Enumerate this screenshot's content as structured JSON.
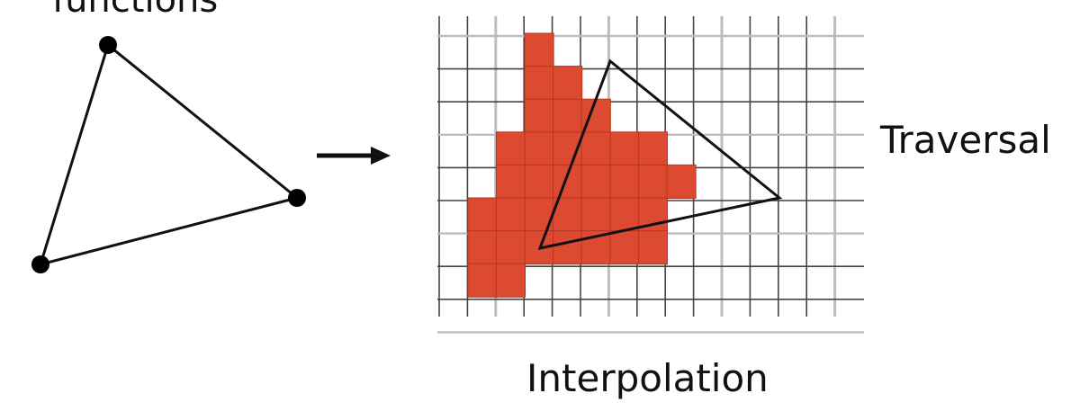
{
  "labels": {
    "top": "functions",
    "traversal": "Traversal",
    "interpolation": "Interpolation"
  },
  "colors": {
    "fragment_fill": "#dc4a32",
    "fragment_stroke": "#b83420",
    "grid_line": "#444444",
    "grid_line_light": "#bdbdbd",
    "outline": "#111111",
    "vertex": "#000000"
  },
  "icons": {
    "arrow": "right-arrow-icon"
  },
  "diagram": {
    "triangle_vertices": [
      {
        "name": "vertex-top"
      },
      {
        "name": "vertex-right"
      },
      {
        "name": "vertex-bottom"
      }
    ],
    "grid": {
      "columns": 15,
      "rows": 10
    },
    "covered_fragments": [
      [
        0,
        5
      ],
      [
        1,
        5
      ],
      [
        1,
        6
      ],
      [
        2,
        5
      ],
      [
        2,
        6
      ],
      [
        2,
        7
      ],
      [
        3,
        4
      ],
      [
        3,
        5
      ],
      [
        3,
        6
      ],
      [
        3,
        7
      ],
      [
        3,
        8
      ],
      [
        3,
        9
      ],
      [
        4,
        4
      ],
      [
        4,
        5
      ],
      [
        4,
        6
      ],
      [
        4,
        7
      ],
      [
        4,
        8
      ],
      [
        4,
        9
      ],
      [
        4,
        10
      ],
      [
        5,
        3
      ],
      [
        5,
        4
      ],
      [
        5,
        5
      ],
      [
        5,
        6
      ],
      [
        5,
        7
      ],
      [
        5,
        8
      ],
      [
        5,
        9
      ],
      [
        6,
        3
      ],
      [
        6,
        4
      ],
      [
        6,
        5
      ],
      [
        6,
        6
      ],
      [
        6,
        7
      ],
      [
        6,
        8
      ],
      [
        6,
        9
      ],
      [
        7,
        3
      ],
      [
        7,
        4
      ]
    ]
  }
}
